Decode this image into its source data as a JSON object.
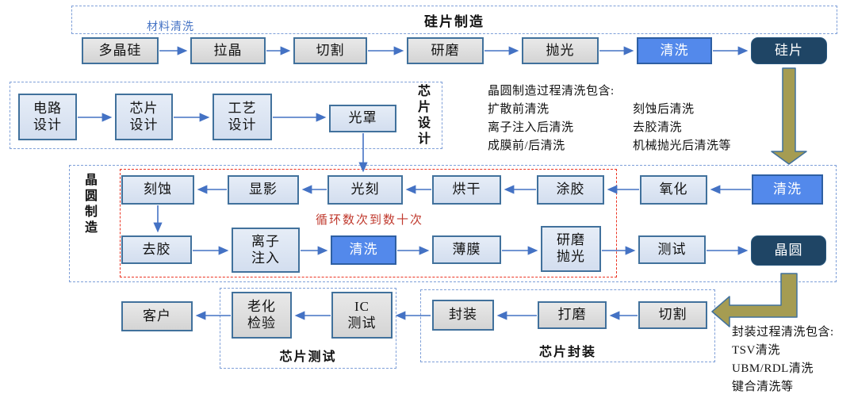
{
  "sections": {
    "silicon": {
      "title": "硅片制造",
      "material_tag": "材料清洗",
      "steps": [
        "多晶硅",
        "拉晶",
        "切割",
        "研磨",
        "抛光",
        "清洗",
        "硅片"
      ]
    },
    "chip_design": {
      "title": "芯片设计",
      "steps": [
        "电路\n设计",
        "芯片\n设计",
        "工艺\n设计",
        "光罩"
      ]
    },
    "wafer_fab": {
      "title": "晶圆制造",
      "loop_note": "循环数次到数十次",
      "row_top": [
        "刻蚀",
        "显影",
        "光刻",
        "烘干",
        "涂胶",
        "氧化",
        "清洗"
      ],
      "row_bottom": [
        "去胶",
        "离子\n注入",
        "清洗",
        "薄膜",
        "研磨\n抛光",
        "测试",
        "晶圆"
      ]
    },
    "chip_test": {
      "title": "芯片测试",
      "steps": [
        "客户",
        "老化\n检验",
        "IC\n测试"
      ]
    },
    "packaging": {
      "title": "芯片封装",
      "steps": [
        "封装",
        "打磨",
        "切割"
      ]
    }
  },
  "notes": {
    "fab_cleaning": {
      "heading": "晶圆制造过程清洗包含:",
      "col1": [
        "扩散前清洗",
        "离子注入后清洗",
        "成膜前/后清洗"
      ],
      "col2": [
        "刻蚀后清洗",
        "去胶清洗",
        "机械抛光后清洗等"
      ]
    },
    "pkg_cleaning": {
      "heading": "封装过程清洗包含:",
      "items": [
        "TSV清洗",
        "UBM/RDL清洗",
        "键合清洗等"
      ]
    }
  },
  "colors": {
    "clean_box": "#5389EB",
    "output_box": "#1F4565",
    "box_border": "#41719C",
    "arrow_line": "#4472C4",
    "big_arrow": "#A59C52",
    "dashed_blue": "#7E9FD8",
    "dashed_red": "#EC3423",
    "loop_text": "#C03A2E",
    "tag_text": "#4472C4"
  }
}
